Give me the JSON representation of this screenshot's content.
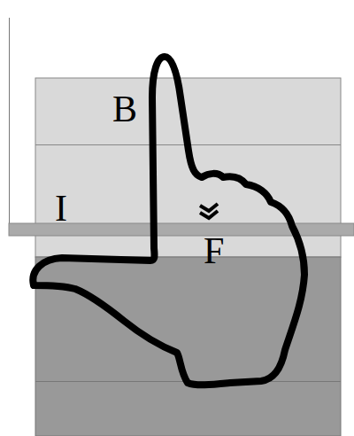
{
  "diagram": {
    "labels": [
      "B",
      "I",
      "F"
    ]
  }
}
